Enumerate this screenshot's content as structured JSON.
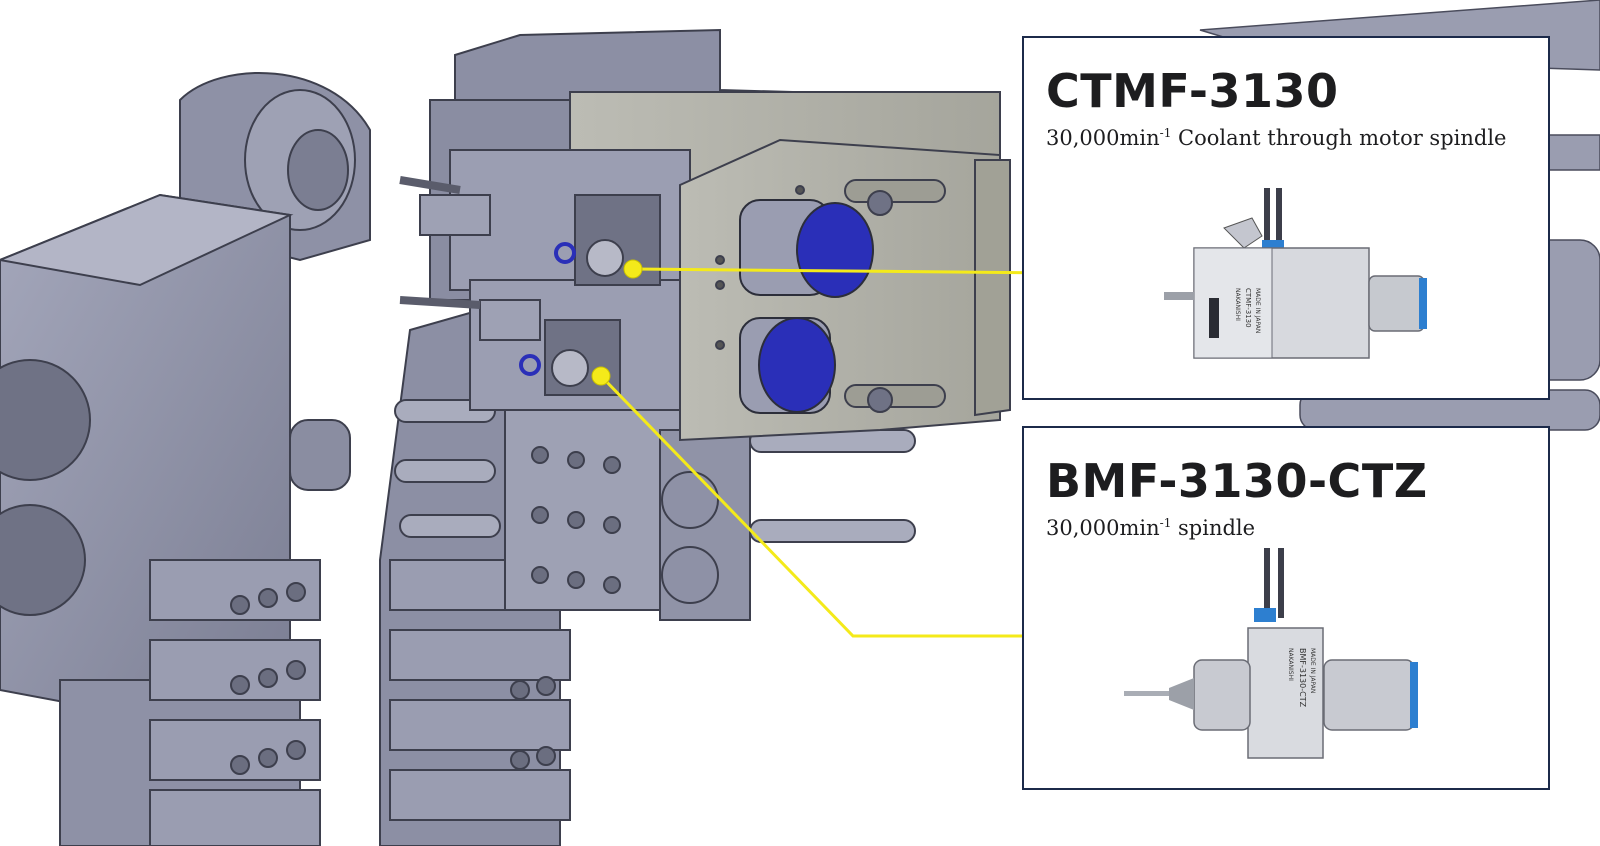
{
  "callouts": [
    {
      "model": "CTMF-3130",
      "speed": "30,000min",
      "speed_exponent": "-1",
      "feature": "Coolant through motor spindle",
      "product_markings": [
        "NAKANISHI",
        "CTMF-3130",
        "MADE IN JAPAN"
      ]
    },
    {
      "model": "BMF-3130-CTZ",
      "speed": "30,000min",
      "speed_exponent": "-1",
      "feature": "spindle",
      "product_markings": [
        "NAKANISHI",
        "BMF-3130-CTZ",
        "MADE IN JAPAN"
      ]
    }
  ],
  "colors": {
    "callout_line": "#f4ea1a",
    "machine_body": "#8c8fa6",
    "motor_cap": "#2a2fb8",
    "card_border": "#1c2a4a"
  }
}
